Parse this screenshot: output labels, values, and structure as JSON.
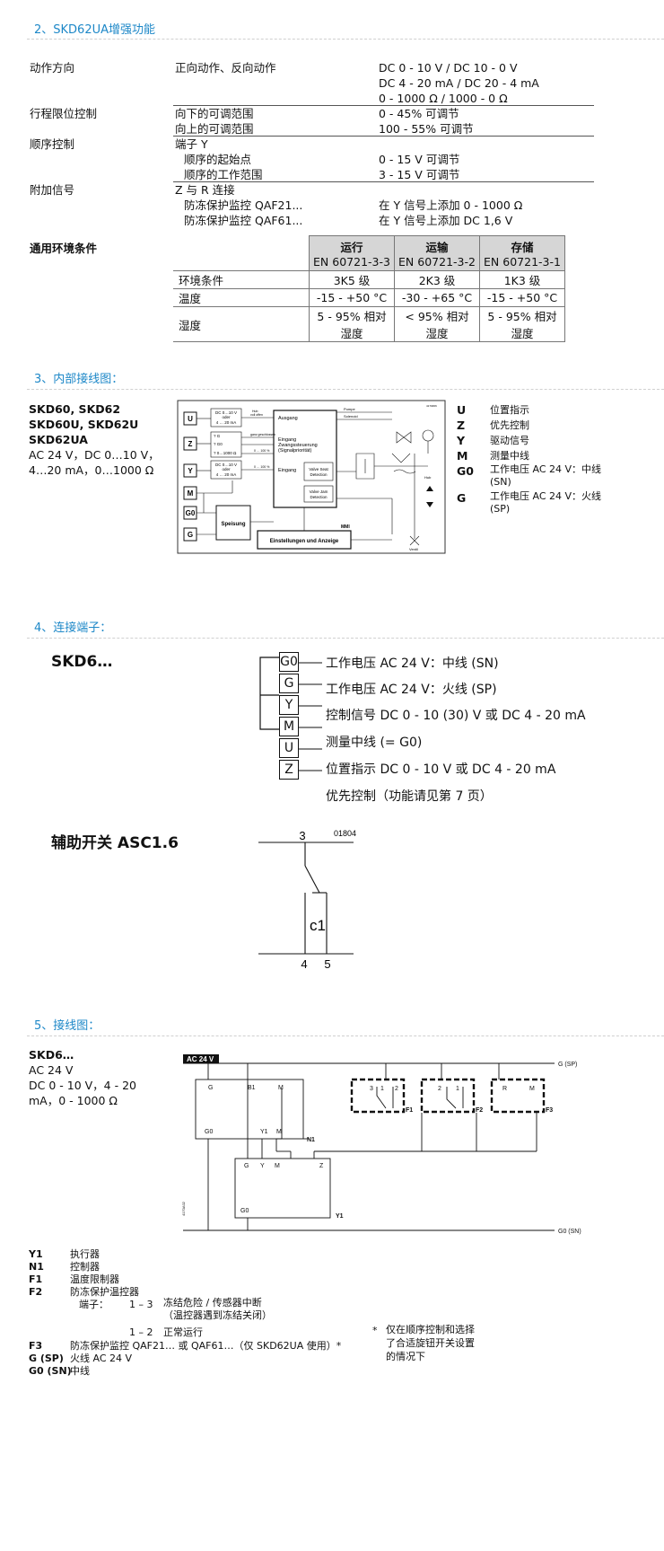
{
  "section2": {
    "title": "2、SKD62UA增强功能",
    "rows": [
      {
        "label": "动作方向",
        "desc": [
          "正向动作、反向动作"
        ],
        "vals": [
          "DC 0 - 10 V / DC 10 - 0 V",
          "DC 4 - 20 mA / DC 20 - 4 mA",
          "0 - 1000 Ω / 1000 - 0 Ω"
        ]
      },
      {
        "label": "行程限位控制",
        "desc": [
          "向下的可调范围",
          "向上的可调范围"
        ],
        "vals": [
          "0 - 45% 可调节",
          "100 - 55% 可调节"
        ]
      },
      {
        "label": "顺序控制",
        "desc": [
          "端子 Y",
          "顺序的起始点",
          "顺序的工作范围"
        ],
        "vals": [
          "",
          "0 - 15 V 可调节",
          "3 - 15 V 可调节"
        ]
      },
      {
        "label": "附加信号",
        "desc": [
          "Z 与 R 连接",
          "防冻保护监控 QAF21...",
          "防冻保护监控 QAF61..."
        ],
        "vals": [
          "",
          "在 Y 信号上添加 0 - 1000 Ω",
          "在 Y 信号上添加 DC 1,6 V"
        ]
      }
    ],
    "env": {
      "label": "通用环境条件",
      "headers": [
        [
          "运行",
          "EN 60721-3-3"
        ],
        [
          "运输",
          "EN 60721-3-2"
        ],
        [
          "存储",
          "EN 60721-3-1"
        ]
      ],
      "rows": [
        {
          "label": "环境条件",
          "cells": [
            "3K5 级",
            "2K3 级",
            "1K3 级"
          ]
        },
        {
          "label": "温度",
          "cells": [
            "-15 - +50 °C",
            "-30 - +65 °C",
            "-15 - +50 °C"
          ]
        },
        {
          "label": "湿度",
          "cells": [
            "5 - 95% 相对湿度",
            "< 95% 相对湿度",
            "5 - 95% 相对湿度"
          ]
        }
      ]
    }
  },
  "section3": {
    "title": "3、内部接线图：",
    "models": [
      "SKD60, SKD62",
      "SKD60U, SKD62U",
      "SKD62UA"
    ],
    "specs": [
      "AC 24 V，DC 0…10 V，",
      "4…20 mA，0…1000 Ω"
    ],
    "diagram": {
      "terminals": [
        "U",
        "Z",
        "Y",
        "M",
        "G0",
        "G"
      ],
      "box_ausgang": "Ausgang",
      "box_eingang_top": [
        "Eingang",
        "Zwangssteuerung",
        "(Signalpriorität)"
      ],
      "box_eingang": "Eingang",
      "box_seat": [
        "Valve Seat",
        "Detection"
      ],
      "box_jam": [
        "Valve Jam",
        "Detection"
      ],
      "box_speisung": "Speisung",
      "box_settings": "Einstellungen und Anzeige",
      "mmi": "MMI",
      "ventil": "Ventil",
      "hub": "Hub",
      "pumpe": "Pumpe",
      "solenoid": "Solenoid",
      "code": "4170Z06",
      "sig_u": [
        "DC 0…10 V",
        "oder",
        "4 … 20 mA"
      ],
      "sig_z": [
        "? G",
        "? G0",
        "? 0…1000 Ω"
      ],
      "sig_y": [
        "DC 0…10 V",
        "oder",
        "4 … 20 mA"
      ],
      "small": [
        "voll offen",
        "ganz geschlossen",
        "0 … 100 %",
        "0 … 100 %"
      ]
    },
    "legend": [
      {
        "key": "U",
        "text": [
          "位置指示"
        ]
      },
      {
        "key": "Z",
        "text": [
          "优先控制"
        ]
      },
      {
        "key": "Y",
        "text": [
          "驱动信号"
        ]
      },
      {
        "key": "M",
        "text": [
          "测量中线"
        ]
      },
      {
        "key": "G0",
        "text": [
          "工作电压 AC 24 V：中线",
          "(SN)"
        ]
      },
      {
        "key": "G",
        "text": [
          "工作电压 AC 24 V：火线",
          "(SP)"
        ]
      }
    ]
  },
  "section4": {
    "title": "4、连接端子：",
    "device": "SKD6…",
    "terminals": [
      "G0",
      "G",
      "Y",
      "M",
      "U",
      "Z"
    ],
    "descs": [
      "工作电压 AC 24 V：中线 (SN)",
      "工作电压 AC 24 V：火线 (SP)",
      "控制信号 DC 0 - 10 (30) V 或 DC 4 - 20 mA",
      "测量中线 (= G0)",
      "位置指示 DC 0 - 10 V 或 DC 4 - 20 mA",
      "优先控制（功能请见第 7 页）"
    ],
    "aux_title": "辅助开关 ASC1.6",
    "aux": {
      "top": "3",
      "code": "01804",
      "label": "c1",
      "bottom_left": "4",
      "bottom_right": "5"
    }
  },
  "section5": {
    "title": "5、接线图：",
    "device": "SKD6…",
    "specs": [
      "AC 24 V",
      "DC 0 - 10 V，4 - 20",
      "mA，0 - 1000 Ω"
    ],
    "diagram": {
      "ac": "AC 24 V",
      "right_top": "G (SP)",
      "right_bottom": "G0 (SN)",
      "n1_terms": [
        "G",
        "B1",
        "M"
      ],
      "n1_terms_bottom": [
        "G0",
        "Y1",
        "M"
      ],
      "n1": "N1",
      "y1_terms": [
        "G",
        "Y",
        "M",
        "Z"
      ],
      "y1_g0": "G0",
      "y1": "Y1",
      "f1": "F1",
      "f2": "F2",
      "f3": "F3",
      "f1_nums": [
        "3",
        "1",
        "2"
      ],
      "f2_nums": [
        "2",
        "1"
      ],
      "f3_terms": [
        "R",
        "M"
      ],
      "side_code": "4170A02"
    },
    "legend": [
      {
        "key": "Y1",
        "text": "执行器"
      },
      {
        "key": "N1",
        "text": "控制器"
      },
      {
        "key": "F1",
        "text": "温度限制器"
      },
      {
        "key": "F2",
        "text": "防冻保护温控器"
      }
    ],
    "f2_detail": {
      "terminal": "端子：",
      "r1_num": "1 – 3",
      "r1_text": [
        "冻结危险 / 传感器中断",
        "（温控器遇到冻结关闭）"
      ],
      "r2_num": "1 – 2",
      "r2_text": "正常运行"
    },
    "legend2": [
      {
        "key": "F3",
        "text": "防冻保护监控 QAF21… 或 QAF61…（仅 SKD62UA 使用）*"
      },
      {
        "key": "G (SP)",
        "text": "火线 AC 24 V"
      },
      {
        "key": "G0 (SN)",
        "text": "中线"
      }
    ],
    "note": [
      "*",
      "仅在顺序控制和选择",
      "了合适旋钮开关设置",
      "的情况下"
    ]
  }
}
